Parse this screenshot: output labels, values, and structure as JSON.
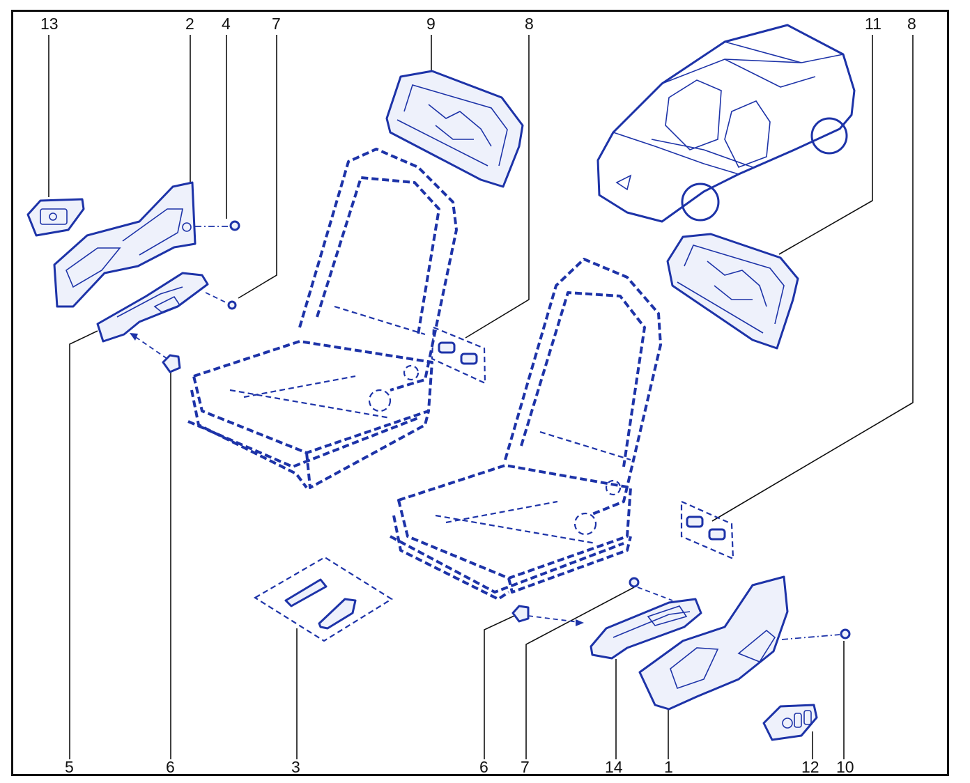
{
  "diagram": {
    "callouts_top": [
      "13",
      "2",
      "4",
      "7",
      "9",
      "8",
      "11",
      "8"
    ],
    "callouts_bottom": [
      "5",
      "6",
      "3",
      "6",
      "7",
      "14",
      "1",
      "12",
      "10"
    ]
  }
}
